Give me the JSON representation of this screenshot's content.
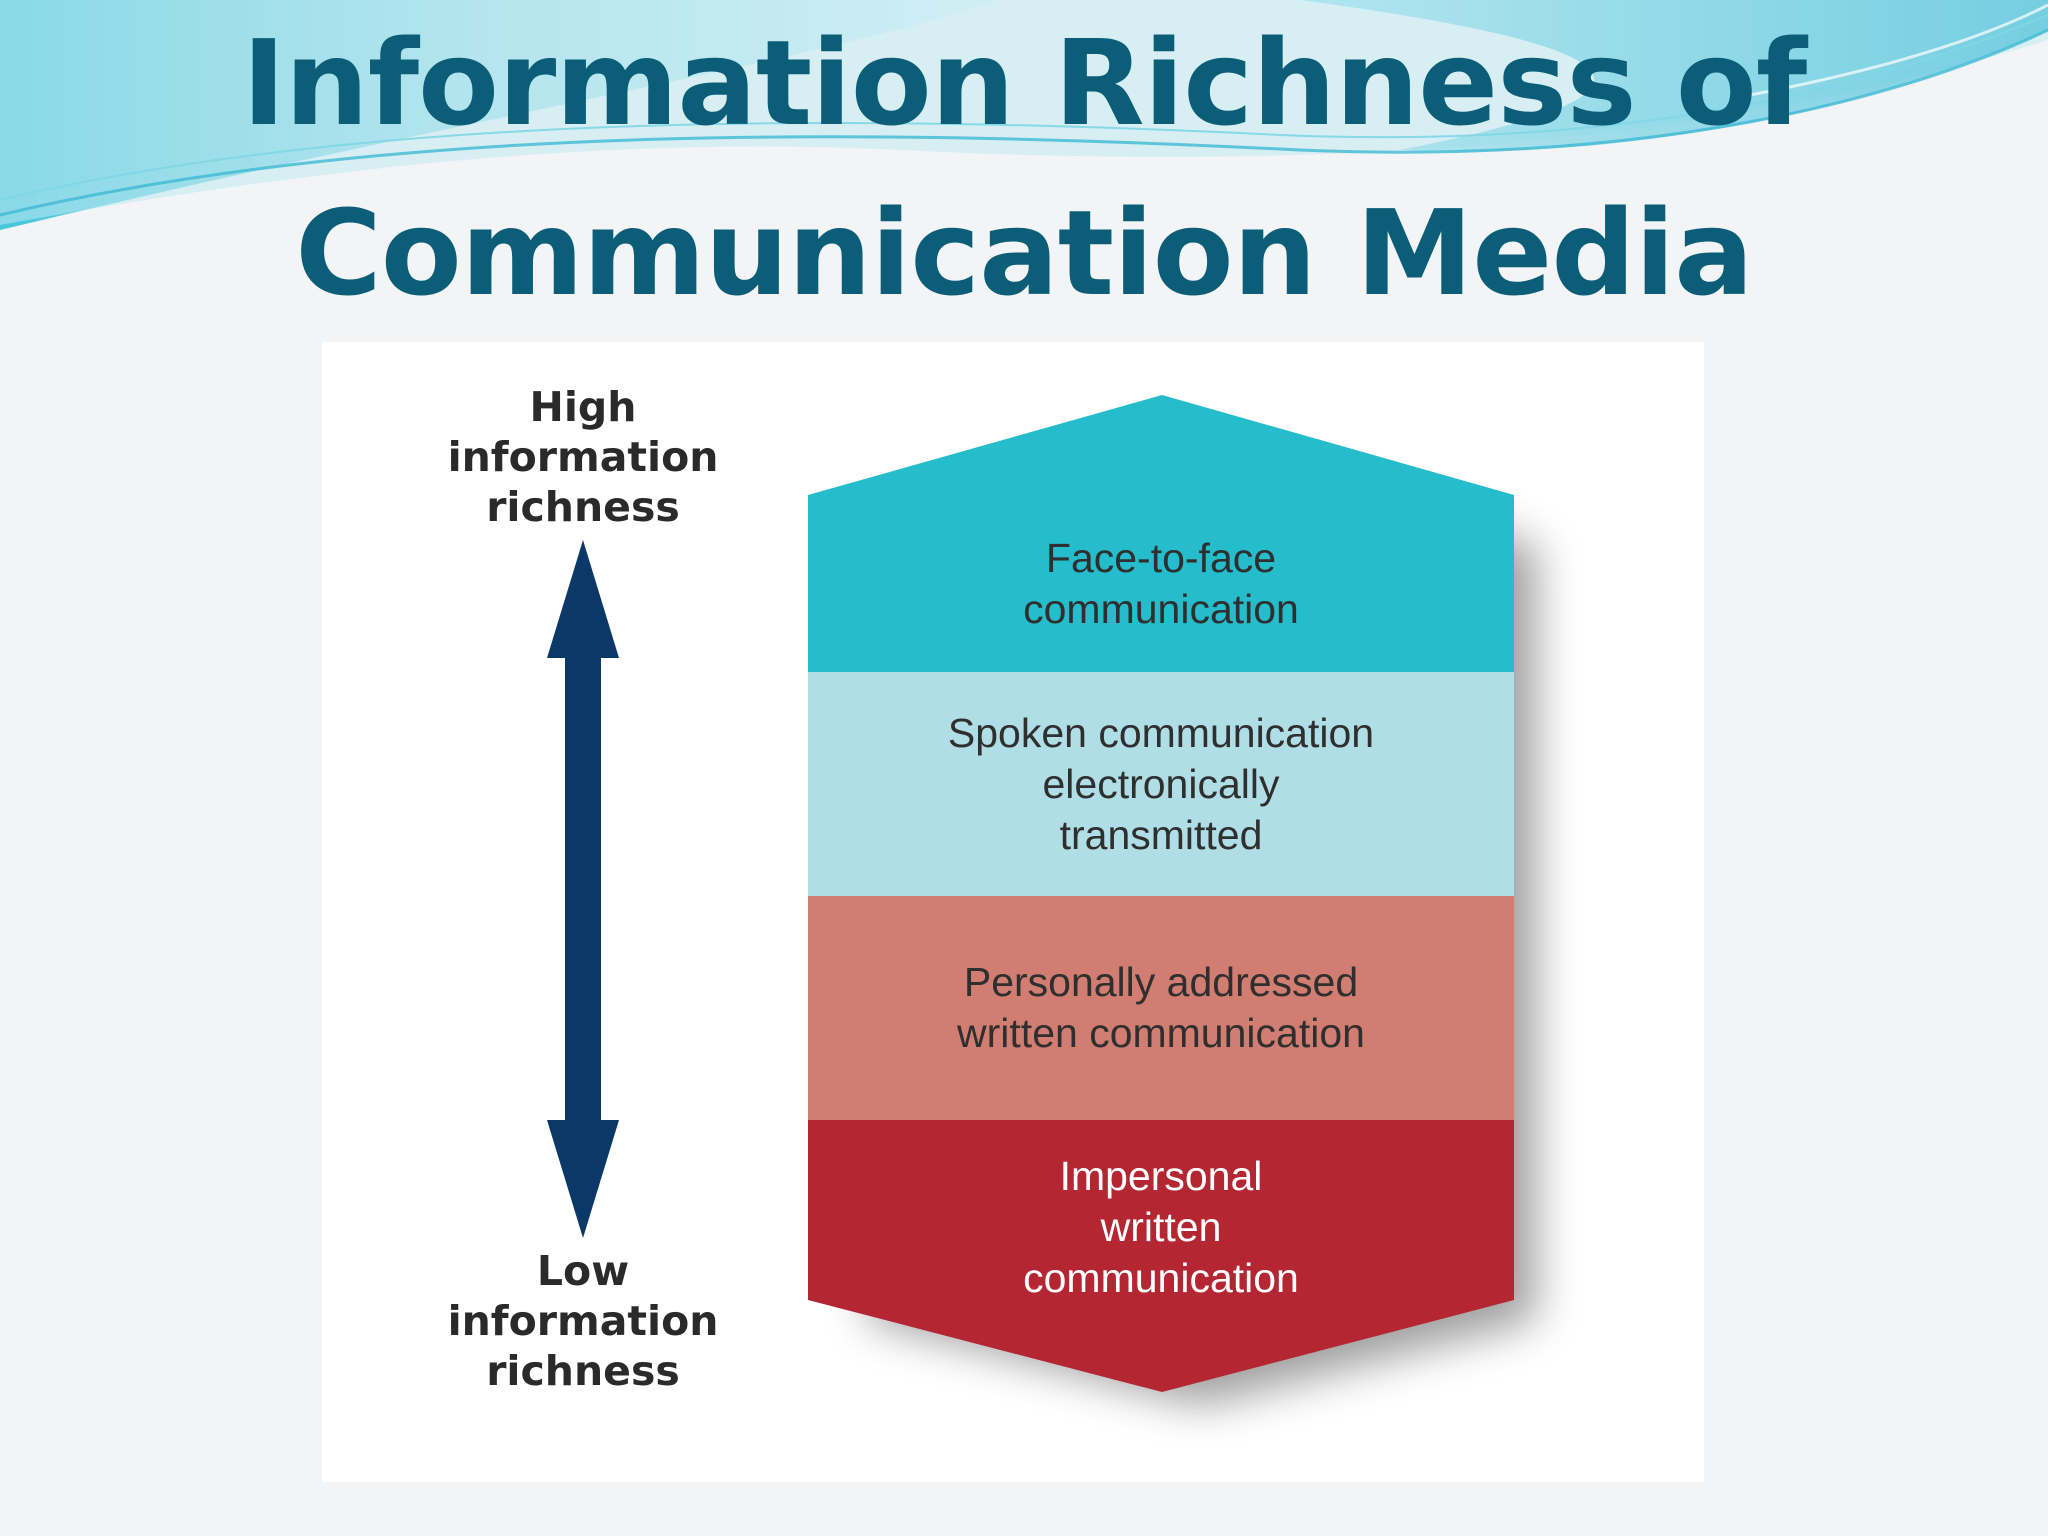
{
  "title": {
    "line1": "Information Richness of",
    "line2": "Communication Media"
  },
  "high_label": {
    "lines": [
      "High",
      "information",
      "richness"
    ]
  },
  "low_label": {
    "lines": [
      "Low",
      "information",
      "richness"
    ]
  },
  "tiers": [
    {
      "lines": [
        "Face-to-face",
        "communication"
      ],
      "color": "#25bccb",
      "text_color": "#2f2f2f"
    },
    {
      "lines": [
        "Spoken communication",
        "electronically",
        "transmitted"
      ],
      "color": "#b0dee6",
      "text_color": "#2f2f2f"
    },
    {
      "lines": [
        "Personally addressed",
        "written communication"
      ],
      "color": "#d17d72",
      "text_color": "#2f2f2f"
    },
    {
      "lines": [
        "Impersonal",
        "written",
        "communication"
      ],
      "color": "#b42632",
      "text_color": "#ffffff"
    }
  ],
  "colors": {
    "title": "#0c5e78",
    "arrow": "#0c3868",
    "wave_light": "#bfe9f1",
    "wave_mid": "#7fd6e6",
    "wave_dark": "#3fb9d3"
  }
}
